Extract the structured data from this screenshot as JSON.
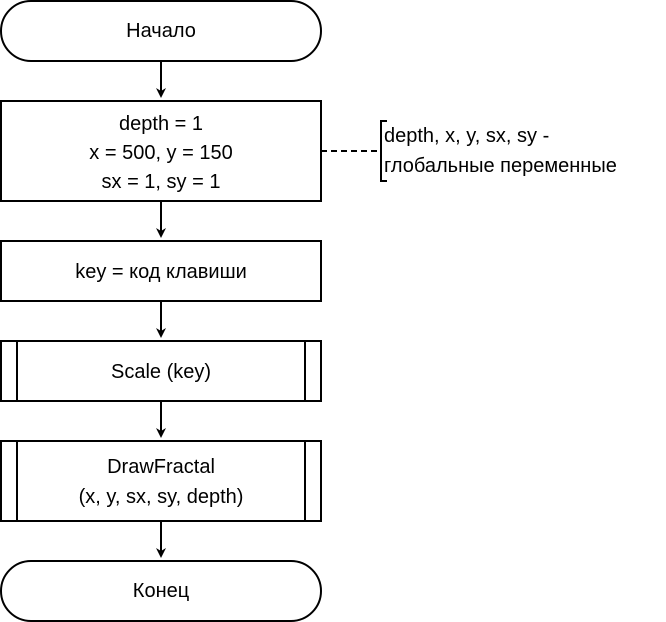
{
  "flowchart": {
    "start": {
      "label": "Начало"
    },
    "init": {
      "lines": [
        "depth = 1",
        "x = 500, y = 150",
        "sx = 1, sy = 1"
      ]
    },
    "input": {
      "label": "key = код клавиши"
    },
    "scale": {
      "label": "Scale (key)"
    },
    "draw": {
      "lines": [
        "DrawFractal",
        "(x, y, sx, sy, depth)"
      ]
    },
    "end": {
      "label": "Конец"
    },
    "comment": {
      "lines": [
        "depth, x, y, sx, sy -",
        "глобальные переменные"
      ]
    }
  }
}
